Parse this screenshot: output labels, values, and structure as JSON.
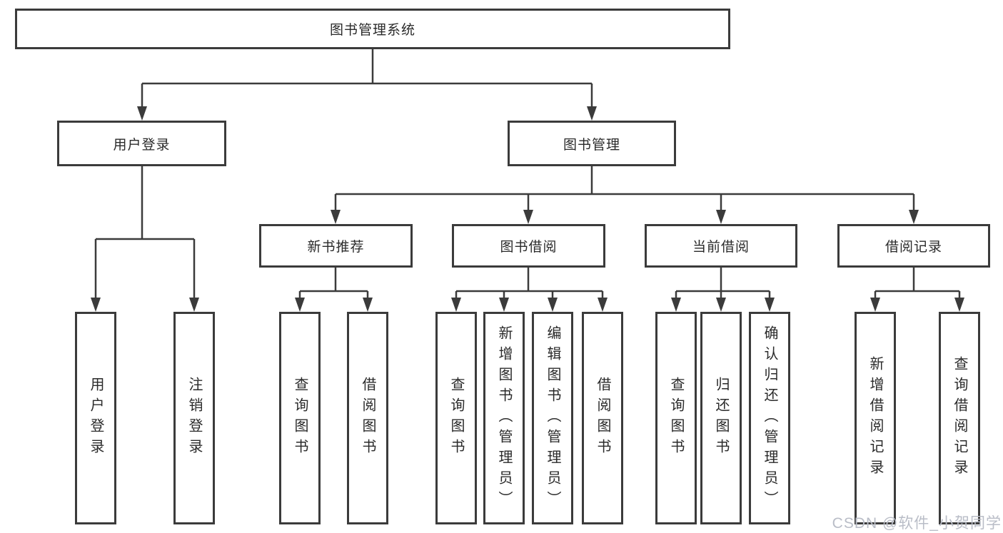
{
  "diagram_title": "图书管理系统",
  "tree": {
    "root": {
      "label": "图书管理系统"
    },
    "branches": [
      {
        "label": "用户登录",
        "children": [
          "用户登录",
          "注销登录"
        ]
      },
      {
        "label": "图书管理",
        "sections": [
          {
            "label": "新书推荐",
            "children": [
              "查询图书",
              "借阅图书"
            ]
          },
          {
            "label": "图书借阅",
            "children": [
              "查询图书",
              "新增图书（管理员）",
              "编辑图书（管理员）",
              "借阅图书"
            ]
          },
          {
            "label": "当前借阅",
            "children": [
              "查询图书",
              "归还图书",
              "确认归还（管理员）"
            ]
          },
          {
            "label": "借阅记录",
            "children": [
              "新增借阅记录",
              "查询借阅记录"
            ]
          }
        ]
      }
    ]
  },
  "watermark": {
    "text": "CSDN @软件_小贺同学"
  },
  "colors": {
    "line": "#3b3b3b",
    "box_border": "#3b3b3b",
    "text": "#2a2a2a",
    "watermark": "#b9bdc7",
    "background": "#ffffff"
  }
}
